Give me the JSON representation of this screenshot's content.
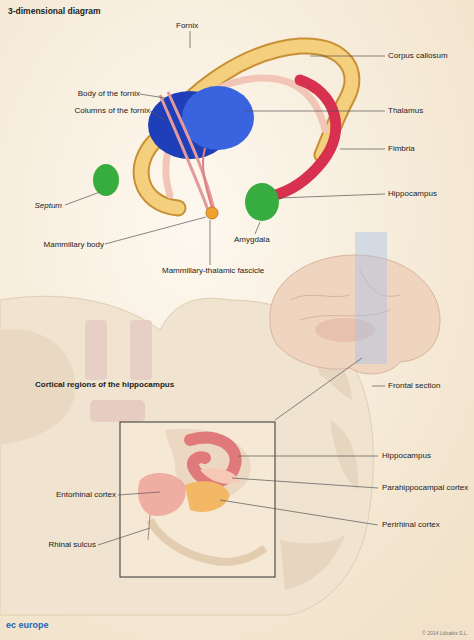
{
  "diagram": {
    "title": "3-dimensional diagram",
    "labels": [
      "Fornix",
      "Corpus callosum",
      "Body of the fornix",
      "Columns of the fornix",
      "Thalamus",
      "Fimbria",
      "Septum",
      "Hippocampus",
      "Mammillary body",
      "Amygdala",
      "Mammillary-thalamic fascicle",
      "Cortical regions of the hippocampus",
      "Frontal section",
      "Hippocampus",
      "Entorhinal cortex",
      "Parahippocampal cortex",
      "Rhinal sulcus",
      "Perirhinal cortex",
      "ec europe",
      "© 2014 Lidcakis S.L."
    ]
  }
}
